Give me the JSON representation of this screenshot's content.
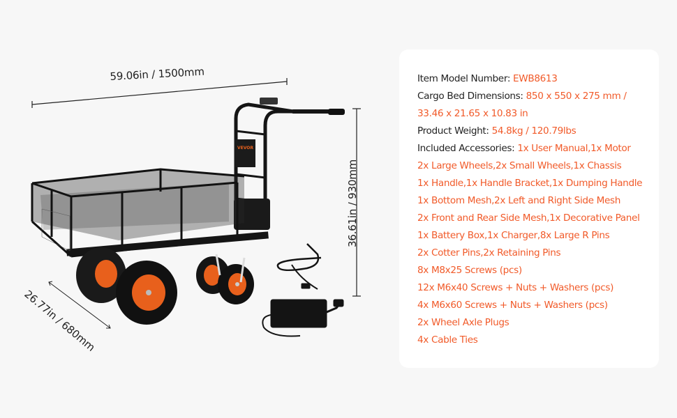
{
  "product_image": {
    "dimensions": {
      "length": "59.06in / 1500mm",
      "height": "36.61in / 930mm",
      "width": "26.77in / 680mm"
    },
    "brand_plate": "VEVOR",
    "accent_color": "#e8601c"
  },
  "specs": {
    "model": {
      "label": "Item Model Number: ",
      "value": "EWB8613"
    },
    "cargo_bed": {
      "label": "Cargo Bed Dimensions: ",
      "value_line1": "850 x 550 x 275 mm /",
      "value_line2": "33.46 x 21.65 x 10.83 in"
    },
    "weight": {
      "label": "Product Weight: ",
      "value": "54.8kg / 120.79lbs"
    },
    "accessories": {
      "label": "Included Accessories: ",
      "first": "1x User Manual,1x Motor",
      "items": [
        "2x Large Wheels,2x Small Wheels,1x Chassis",
        "1x Handle,1x Handle Bracket,1x Dumping Handle",
        "1x Bottom Mesh,2x Left and Right Side Mesh",
        "2x Front and Rear Side Mesh,1x Decorative Panel",
        "1x Battery Box,1x Charger,8x Large R Pins",
        "2x Cotter Pins,2x Retaining Pins",
        "8x M8x25 Screws (pcs)",
        "12x M6x40 Screws + Nuts + Washers (pcs)",
        "4x M6x60 Screws + Nuts + Washers (pcs)",
        "2x Wheel Axle Plugs",
        "4x Cable Ties"
      ]
    },
    "colors": {
      "label": "#222222",
      "value": "#f15a29",
      "card_bg": "#ffffff",
      "page_bg": "#f7f7f7"
    }
  }
}
